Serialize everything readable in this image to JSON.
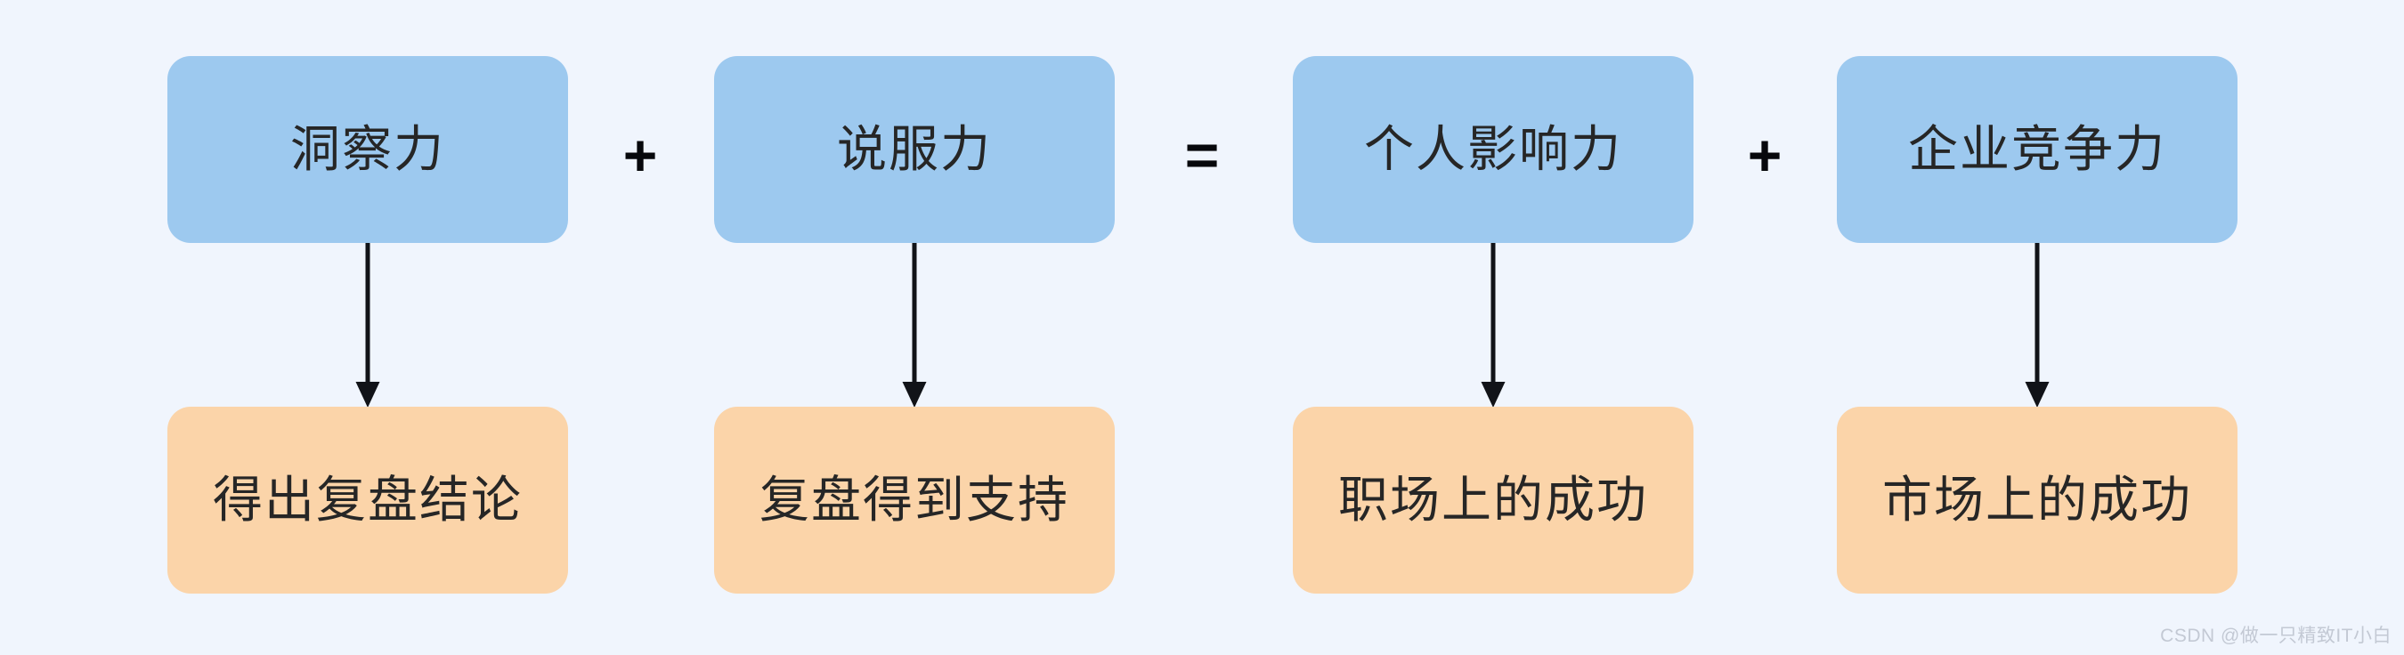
{
  "diagram": {
    "background_color": "#f0f5fd",
    "blue_color": "#9dc9ef",
    "orange_color": "#fbd4a9",
    "text_color": "#262626",
    "top_row": [
      {
        "id": "insight",
        "label": "洞察力"
      },
      {
        "id": "persuasion",
        "label": "说服力"
      },
      {
        "id": "personal",
        "label": "个人影响力"
      },
      {
        "id": "enterprise",
        "label": "企业竞争力"
      }
    ],
    "operators": [
      {
        "id": "plus-1",
        "symbol": "+",
        "name": "plus-operator"
      },
      {
        "id": "equals",
        "symbol": "=",
        "name": "equals-operator"
      },
      {
        "id": "plus-2",
        "symbol": "+",
        "name": "plus-operator"
      }
    ],
    "bottom_row": [
      {
        "id": "conclusion",
        "label": "得出复盘结论"
      },
      {
        "id": "support",
        "label": "复盘得到支持"
      },
      {
        "id": "career",
        "label": "职场上的成功"
      },
      {
        "id": "market",
        "label": "市场上的成功"
      }
    ],
    "arrows": [
      {
        "from": "insight",
        "to": "conclusion"
      },
      {
        "from": "persuasion",
        "to": "support"
      },
      {
        "from": "personal",
        "to": "career"
      },
      {
        "from": "enterprise",
        "to": "market"
      }
    ]
  },
  "watermark": {
    "text": "CSDN @做一只精致IT小白",
    "color": "#c3c9d4"
  }
}
